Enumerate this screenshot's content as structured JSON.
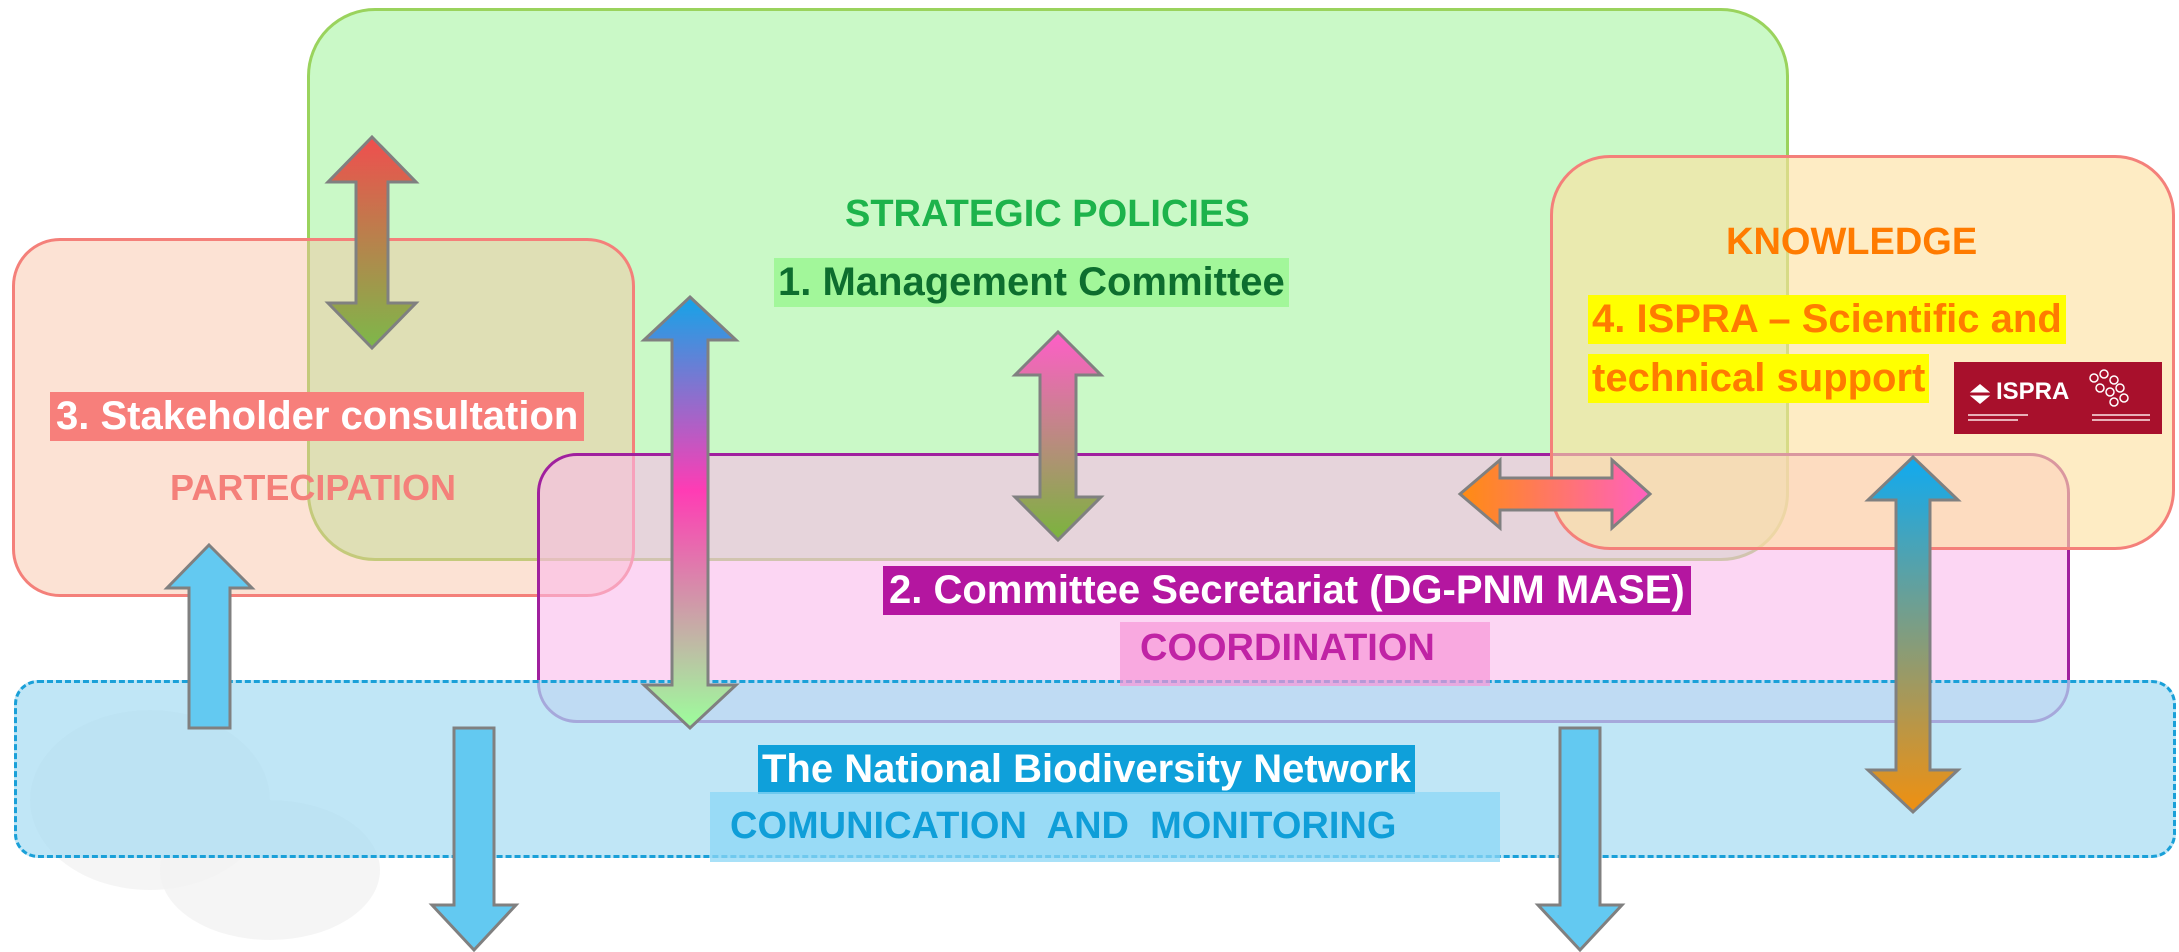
{
  "strategic": {
    "heading": "STRATEGIC POLICIES",
    "committee": "1. Management Committee"
  },
  "stakeholder": {
    "title": "3. Stakeholder consultation",
    "subtitle": "PARTECIPATION"
  },
  "knowledge": {
    "heading": "KNOWLEDGE",
    "line1": "4. ISPRA – Scientific and",
    "line2": "technical support",
    "logo_text": "ISPRA"
  },
  "secretariat": {
    "title": "2. Committee Secretariat (DG-PNM MASE)",
    "subtitle": "COORDINATION"
  },
  "network": {
    "title": "The National Biodiversity Network",
    "subtitle": "COMUNICATION  AND  MONITORING"
  },
  "colors": {
    "strategic_fill": "#c6f9c3",
    "strategic_border": "#92d050",
    "stakeholder_fill": "#fbd7c0",
    "stakeholder_border": "#f4807a",
    "knowledge_fill": "#fde8b8",
    "knowledge_border": "#f4807a",
    "secretariat_fill": "#fbcdee",
    "secretariat_border": "#a0209e",
    "network_fill": "#bfe5f5",
    "network_border": "#1aa0d8"
  }
}
